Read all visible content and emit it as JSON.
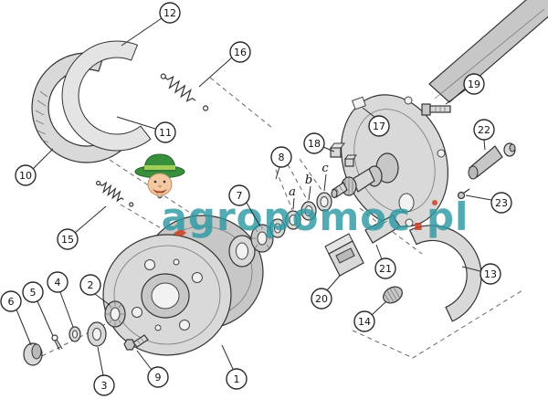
{
  "callouts": {
    "c1": "1",
    "c2": "2",
    "c3": "3",
    "c4": "4",
    "c5": "5",
    "c6": "6",
    "c7": "7",
    "c8": "8",
    "c9": "9",
    "c10": "10",
    "c11": "11",
    "c12": "12",
    "c13": "13",
    "c14": "14",
    "c15": "15",
    "c16": "16",
    "c17": "17",
    "c18": "18",
    "c19": "19",
    "c20": "20",
    "c21": "21",
    "c22": "22",
    "c23": "23"
  },
  "letters": {
    "a": "a",
    "b": "b",
    "c": "c"
  },
  "watermark": {
    "main": "agropomoc",
    "dot": ".",
    "tld": "pl"
  },
  "colors": {
    "watermark_teal": "#2e9aa3",
    "watermark_red": "#cf3b1e",
    "part_fill": "#d9d9d9",
    "outline": "#333333"
  }
}
